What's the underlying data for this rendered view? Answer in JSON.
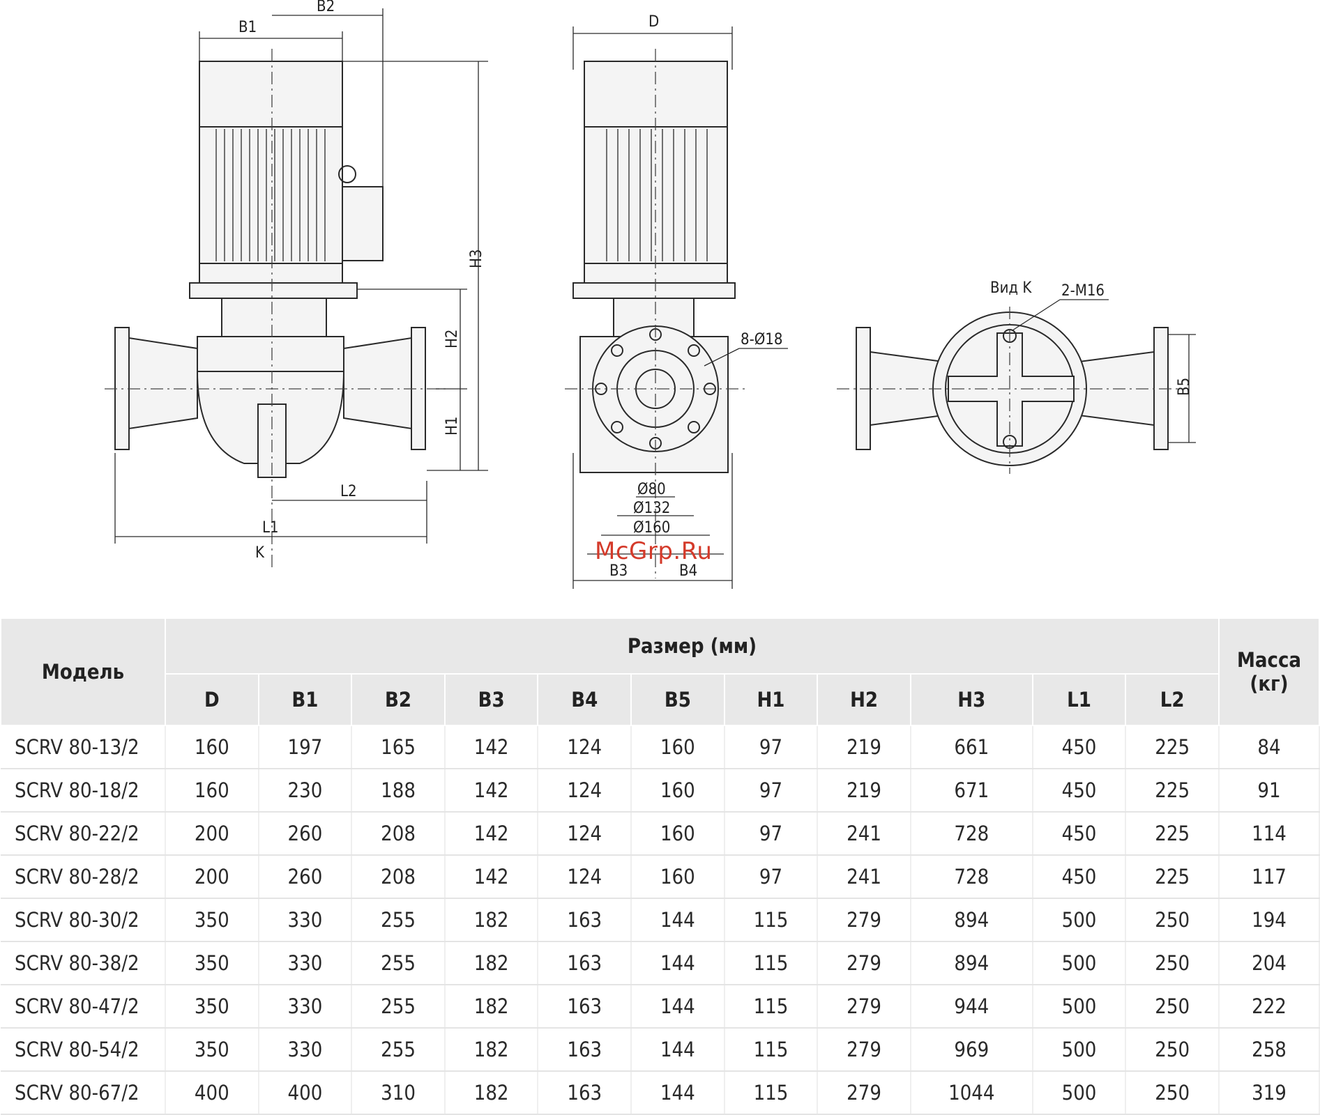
{
  "drawing": {
    "dim_labels": {
      "b1": "B1",
      "b2": "B2",
      "d": "D",
      "h1": "H1",
      "h2": "H2",
      "h3": "H3",
      "l1": "L1",
      "l2": "L2",
      "k": "K",
      "b3": "B3",
      "b4": "B4",
      "b5": "B5",
      "d80": "Ø80",
      "d132": "Ø132",
      "d160": "Ø160",
      "holes": "8-Ø18",
      "view": "Вид K",
      "bolts": "2-M16"
    },
    "watermark": "McGrp.Ru"
  },
  "table": {
    "model_header": "Модель",
    "size_header": "Размер (мм)",
    "mass_header": "Масса (кг)",
    "columns": [
      "D",
      "B1",
      "B2",
      "B3",
      "B4",
      "B5",
      "H1",
      "H2",
      "H3",
      "L1",
      "L2"
    ],
    "rows": [
      {
        "model": "SCRV 80-13/2",
        "vals": [
          "160",
          "197",
          "165",
          "142",
          "124",
          "160",
          "97",
          "219",
          "661",
          "450",
          "225"
        ],
        "mass": "84"
      },
      {
        "model": "SCRV 80-18/2",
        "vals": [
          "160",
          "230",
          "188",
          "142",
          "124",
          "160",
          "97",
          "219",
          "671",
          "450",
          "225"
        ],
        "mass": "91"
      },
      {
        "model": "SCRV 80-22/2",
        "vals": [
          "200",
          "260",
          "208",
          "142",
          "124",
          "160",
          "97",
          "241",
          "728",
          "450",
          "225"
        ],
        "mass": "114"
      },
      {
        "model": "SCRV 80-28/2",
        "vals": [
          "200",
          "260",
          "208",
          "142",
          "124",
          "160",
          "97",
          "241",
          "728",
          "450",
          "225"
        ],
        "mass": "117"
      },
      {
        "model": "SCRV 80-30/2",
        "vals": [
          "350",
          "330",
          "255",
          "182",
          "163",
          "144",
          "115",
          "279",
          "894",
          "500",
          "250"
        ],
        "mass": "194"
      },
      {
        "model": "SCRV 80-38/2",
        "vals": [
          "350",
          "330",
          "255",
          "182",
          "163",
          "144",
          "115",
          "279",
          "894",
          "500",
          "250"
        ],
        "mass": "204"
      },
      {
        "model": "SCRV 80-47/2",
        "vals": [
          "350",
          "330",
          "255",
          "182",
          "163",
          "144",
          "115",
          "279",
          "944",
          "500",
          "250"
        ],
        "mass": "222"
      },
      {
        "model": "SCRV 80-54/2",
        "vals": [
          "350",
          "330",
          "255",
          "182",
          "163",
          "144",
          "115",
          "279",
          "969",
          "500",
          "250"
        ],
        "mass": "258"
      },
      {
        "model": "SCRV 80-67/2",
        "vals": [
          "400",
          "400",
          "310",
          "182",
          "163",
          "144",
          "115",
          "279",
          "1044",
          "500",
          "250"
        ],
        "mass": "319"
      }
    ]
  }
}
